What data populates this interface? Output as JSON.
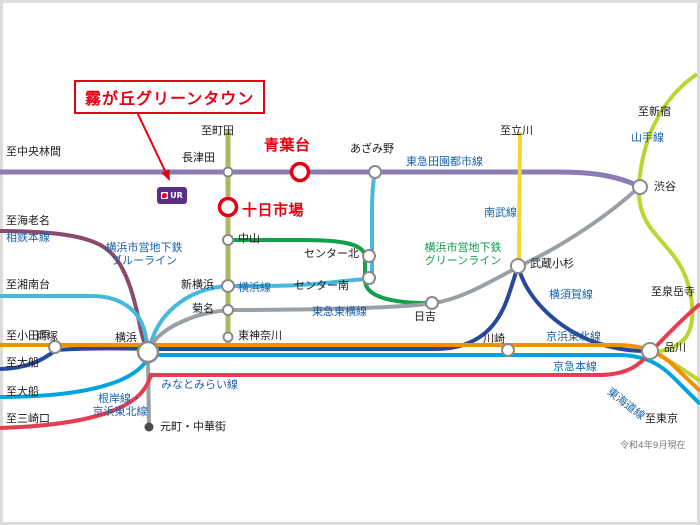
{
  "callout": {
    "label": "霧が丘グリーンタウン"
  },
  "ur_logo": {
    "text": "UR"
  },
  "highlight": {
    "aobadai": "青葉台",
    "tokaichiba": "十日市場"
  },
  "stations": {
    "nagatsuta": "長津田",
    "azamino": "あざみ野",
    "shibuya": "渋谷",
    "nakayama": "中山",
    "center_kita": "センター北",
    "center_minami": "センター南",
    "shin_yokohama": "新横浜",
    "kikuna": "菊名",
    "hiyoshi": "日吉",
    "musashi_kosugi": "武蔵小杉",
    "higashi_kanagawa": "東神奈川",
    "totsuka": "戸塚",
    "yokohama": "横浜",
    "kawasaki": "川崎",
    "shinagawa": "品川",
    "motomachi_chukagai": "元町・中華街"
  },
  "lines": {
    "denentoshi": "東急田園都市線",
    "yamanote": "山手線",
    "nambu": "南武線",
    "sotetsu": "相鉄本線",
    "blue_line": {
      "l1": "横浜市営地下鉄",
      "l2": "ブルーライン"
    },
    "green_line": {
      "l1": "横浜市営地下鉄",
      "l2": "グリーンライン"
    },
    "yokohama_line": "横浜線",
    "toyoko": "東急東横線",
    "yokosuka": "横須賀線",
    "keihin_tohoku": "京浜東北線",
    "minatomirai": "みなとみらい線",
    "keikyu": "京急本線",
    "negishi": {
      "l1": "根岸線・",
      "l2": "京浜東北線"
    },
    "tokaido": "東海道線"
  },
  "directions": {
    "chuo_rinkan": "至中央林間",
    "machida": "至町田",
    "tachikawa": "至立川",
    "shinjuku": "至新宿",
    "ebina": "至海老名",
    "shonandai": "至湘南台",
    "odawara": "至小田原",
    "ofuna_upper": "至大船",
    "ofuna_lower": "至大船",
    "misakiguchi": "至三崎口",
    "sengakuji": "至泉岳寺",
    "tokyo": "至東京"
  },
  "note": {
    "date": "令和4年9月現在"
  },
  "colors": {
    "accent_red": "#e60012",
    "label_blue": "#1763ad",
    "label_green": "#0f9e49",
    "denentoshi": "#8a7cb6",
    "yokohama_line": "#aeb864",
    "nambu": "#f0d732",
    "yamanote": "#bcd530",
    "blue_line": "#45b8dc",
    "green_line": "#12a04b",
    "toyoko_minatomirai": "#9aa0a5",
    "yokosuka": "#27489c",
    "tokaido": "#f39000",
    "keihin_tohoku": "#00a5e0",
    "keikyu": "#e73d50",
    "sotetsu": "#8a4a6b",
    "station_stroke": "#8a8a8a"
  }
}
